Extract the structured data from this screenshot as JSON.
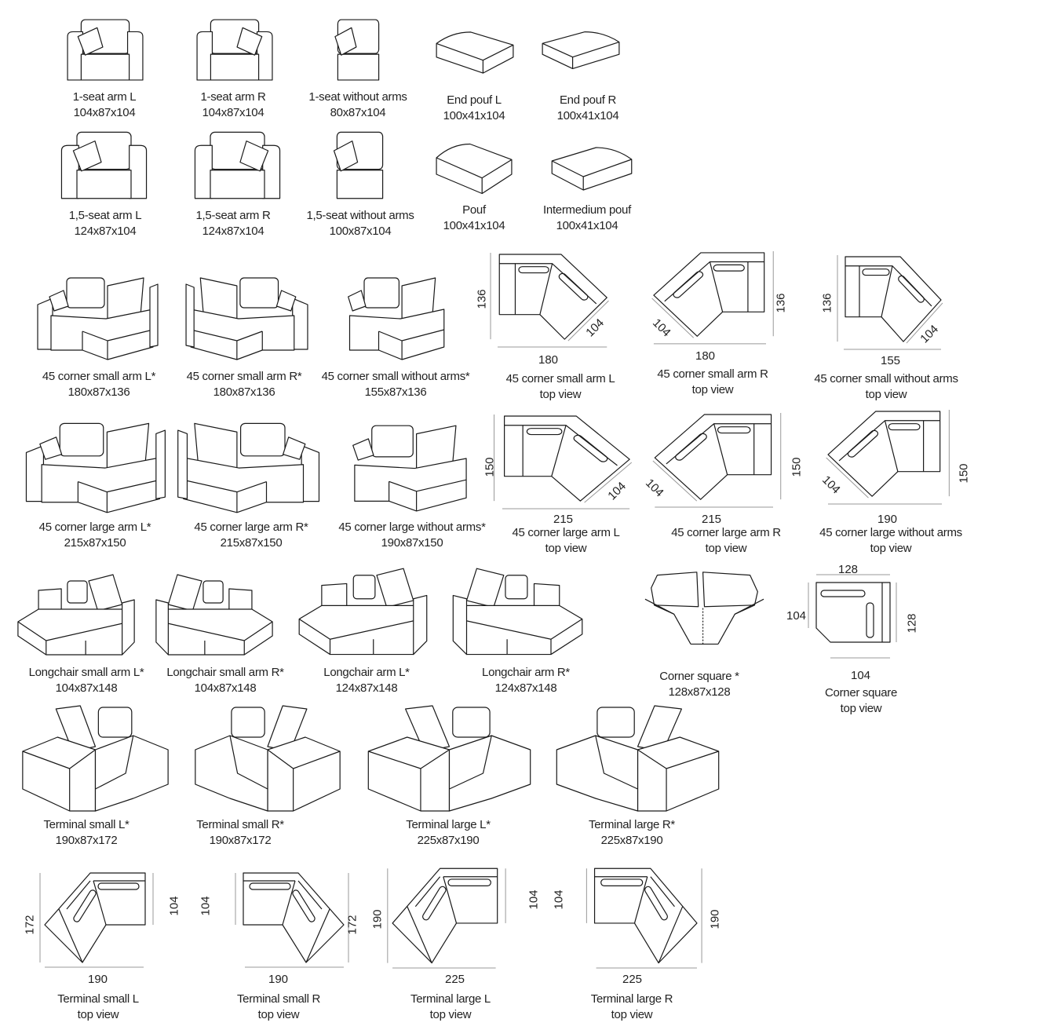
{
  "products": [
    {
      "name": "1-seat arm L",
      "dims": "104x87x104"
    },
    {
      "name": "1-seat arm R",
      "dims": "104x87x104"
    },
    {
      "name": "1-seat without arms",
      "dims": "80x87x104"
    },
    {
      "name": "End pouf L",
      "dims": "100x41x104"
    },
    {
      "name": "End pouf R",
      "dims": "100x41x104"
    },
    {
      "name": "1,5-seat arm L",
      "dims": "124x87x104"
    },
    {
      "name": "1,5-seat arm R",
      "dims": "124x87x104"
    },
    {
      "name": "1,5-seat without arms",
      "dims": "100x87x104"
    },
    {
      "name": "Pouf",
      "dims": "100x41x104"
    },
    {
      "name": "Intermedium pouf",
      "dims": "100x41x104"
    },
    {
      "name": "45 corner small arm L*",
      "dims": "180x87x136"
    },
    {
      "name": "45 corner small arm R*",
      "dims": "180x87x136"
    },
    {
      "name": "45 corner small without arms*",
      "dims": "155x87x136"
    },
    {
      "name": "45 corner large arm L*",
      "dims": "215x87x150"
    },
    {
      "name": "45 corner large arm R*",
      "dims": "215x87x150"
    },
    {
      "name": "45 corner large without arms*",
      "dims": "190x87x150"
    },
    {
      "name": "Longchair small arm L*",
      "dims": "104x87x148"
    },
    {
      "name": "Longchair small arm R*",
      "dims": "104x87x148"
    },
    {
      "name": "Longchair arm L*",
      "dims": "124x87x148"
    },
    {
      "name": "Longchair arm R*",
      "dims": "124x87x148"
    },
    {
      "name": "Corner square *",
      "dims": "128x87x128"
    },
    {
      "name": "Terminal small L*",
      "dims": "190x87x172"
    },
    {
      "name": "Terminal small R*",
      "dims": "190x87x172"
    },
    {
      "name": "Terminal large L*",
      "dims": "225x87x190"
    },
    {
      "name": "Terminal large R*",
      "dims": "225x87x190"
    }
  ],
  "top_views": [
    {
      "name": "45 corner small arm L",
      "subtitle": "top view",
      "width": "180",
      "depth": "136",
      "diag": "104"
    },
    {
      "name": "45 corner small arm R",
      "subtitle": "top view",
      "width": "180",
      "depth": "136",
      "diag": "104"
    },
    {
      "name": "45 corner small without arms",
      "subtitle": "top view",
      "width": "155",
      "depth": "136",
      "diag": "104"
    },
    {
      "name": "45 corner large arm L",
      "subtitle": "top view",
      "width": "215",
      "depth": "150",
      "diag": "104"
    },
    {
      "name": "45 corner large arm R",
      "subtitle": "top view",
      "width": "215",
      "depth": "150",
      "diag": "104"
    },
    {
      "name": "45 corner large without arms",
      "subtitle": "top view",
      "width": "190",
      "depth": "150",
      "diag": "104"
    },
    {
      "name": "Corner square",
      "subtitle": "top view",
      "top": "128",
      "left": "104",
      "right": "128",
      "bottom": "104"
    },
    {
      "name": "Terminal small L",
      "subtitle": "top view",
      "width": "190",
      "depth": "172",
      "inner": "104"
    },
    {
      "name": "Terminal small R",
      "subtitle": "top view",
      "width": "190",
      "depth": "172",
      "inner": "104"
    },
    {
      "name": "Terminal large L",
      "subtitle": "top view",
      "width": "225",
      "depth": "190",
      "inner": "104"
    },
    {
      "name": "Terminal large R",
      "subtitle": "top view",
      "width": "225",
      "depth": "190",
      "inner": "104"
    }
  ]
}
